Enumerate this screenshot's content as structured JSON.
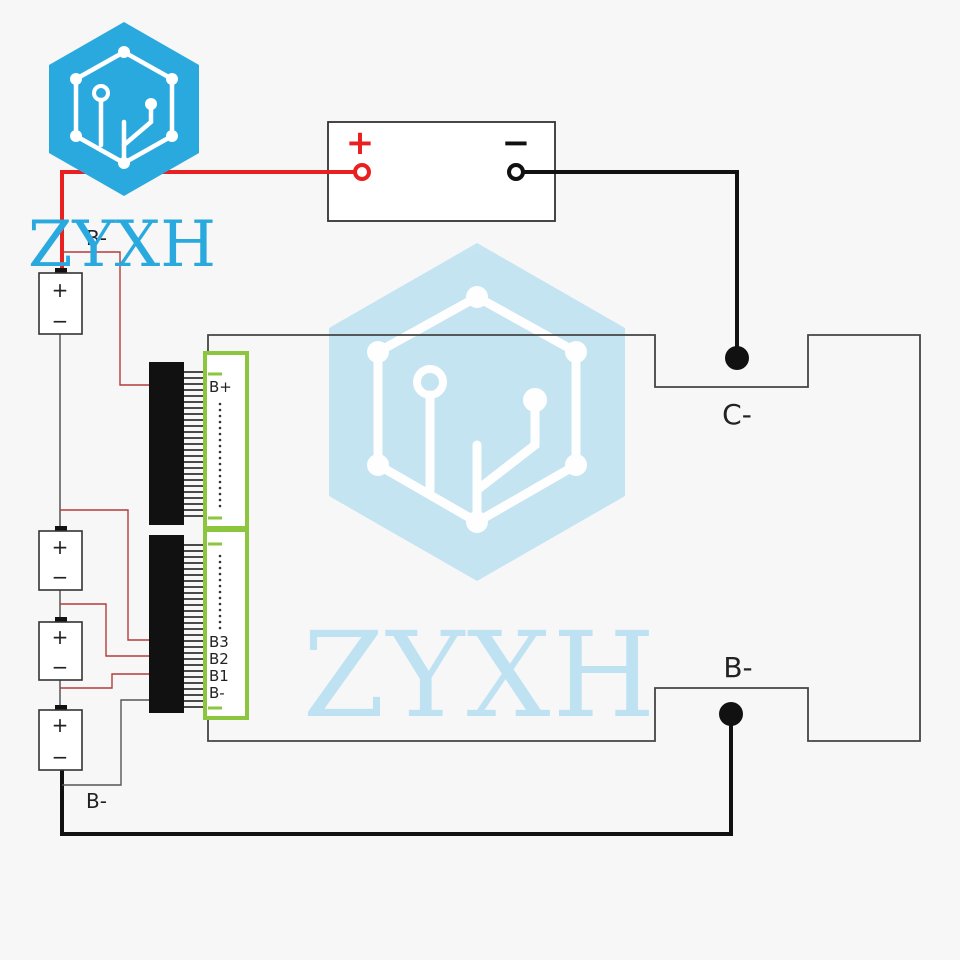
{
  "logo": {
    "text": "ZYXH",
    "color": "#2aa9df"
  },
  "watermark": {
    "text": "ZYXH",
    "color": "#bfe2f2"
  },
  "charger": {
    "positive_symbol": "+",
    "negative_symbol": "−"
  },
  "battery": {
    "cells": [
      {
        "positive": "+",
        "negative": "−"
      },
      {
        "positive": "+",
        "negative": "−"
      },
      {
        "positive": "+",
        "negative": "−"
      },
      {
        "positive": "+",
        "negative": "−"
      }
    ],
    "top_label": "B-",
    "bottom_label": "B-"
  },
  "connector": {
    "top_label": "B+",
    "bottom_labels": [
      "B3",
      "B2",
      "B1",
      "B-"
    ]
  },
  "board": {
    "c_minus_label": "C-",
    "b_minus_label": "B-"
  },
  "colors": {
    "red_wire": "#e8201f",
    "thin_red_wire": "#b43c3c",
    "black_wire": "#111111",
    "connector_green": "#8cc63f"
  }
}
